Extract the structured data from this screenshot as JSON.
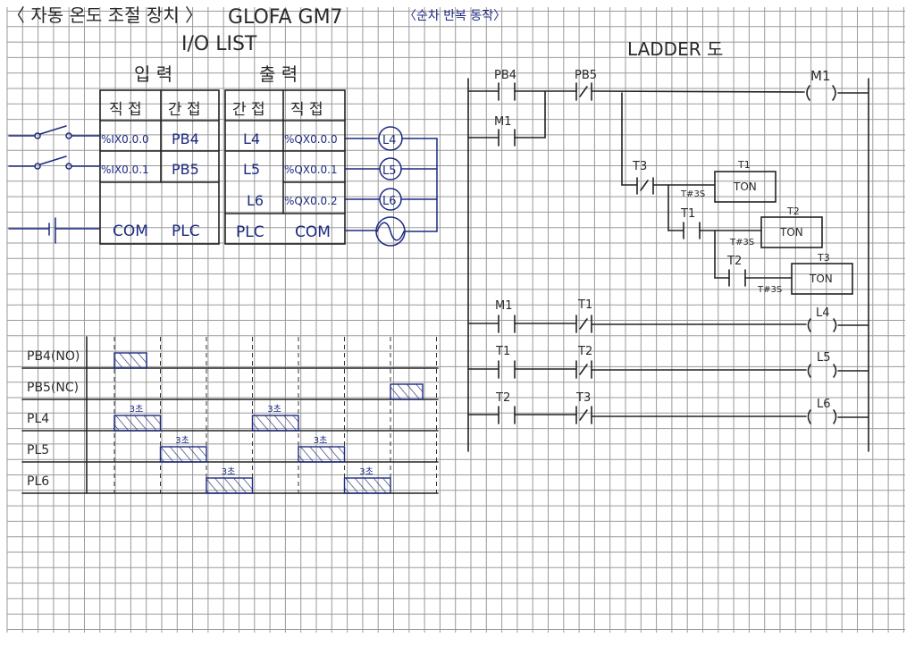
{
  "header": {
    "title": "〈 자동 온도 조절 장치 〉",
    "plc_model": "GLOFA   GM7",
    "subtitle": "〈순차 반복 동작〉",
    "io_list_title": "I/O LIST",
    "ladder_title": "LADDER 도"
  },
  "io_table": {
    "input_title": "입 력",
    "output_title": "출 력",
    "input_headers": [
      "직 접",
      "간 접"
    ],
    "output_headers": [
      "간 접",
      "직 접"
    ],
    "inputs": [
      {
        "direct": "%IX0.0.0",
        "indirect": "PB4"
      },
      {
        "direct": "%IX0.0.1",
        "indirect": "PB5"
      }
    ],
    "input_common": {
      "direct": "COM",
      "indirect": "PLC"
    },
    "outputs": [
      {
        "indirect": "L4",
        "direct": "%QX0.0.0"
      },
      {
        "indirect": "L5",
        "direct": "%QX0.0.1"
      },
      {
        "indirect": "L6",
        "direct": "%QX0.0.2"
      }
    ],
    "output_common": {
      "indirect": "PLC",
      "direct": "COM"
    },
    "lamps": [
      "L4",
      "L5",
      "L6"
    ]
  },
  "ladder": {
    "rungs": [
      {
        "contacts": [
          {
            "label": "PB4",
            "type": "NO"
          },
          {
            "label": "PB5",
            "type": "NC"
          }
        ],
        "parallel": {
          "label": "M1",
          "type": "NO"
        },
        "coil": "M1"
      },
      {
        "timers": [
          {
            "contact": "T3",
            "contact_type": "NC",
            "name": "T1",
            "block": "TON",
            "preset": "T#3S"
          },
          {
            "contact": "T1",
            "contact_type": "NO",
            "name": "T2",
            "block": "TON",
            "preset": "T#3S"
          },
          {
            "contact": "T2",
            "contact_type": "NO",
            "name": "T3",
            "block": "TON",
            "preset": "T#3S"
          }
        ]
      },
      {
        "contacts": [
          {
            "label": "M1",
            "type": "NO"
          },
          {
            "label": "T1",
            "type": "NC"
          }
        ],
        "coil": "L4"
      },
      {
        "contacts": [
          {
            "label": "T1",
            "type": "NO"
          },
          {
            "label": "T2",
            "type": "NC"
          }
        ],
        "coil": "L5"
      },
      {
        "contacts": [
          {
            "label": "T2",
            "type": "NO"
          },
          {
            "label": "T3",
            "type": "NC"
          }
        ],
        "coil": "L6"
      }
    ]
  },
  "timing": {
    "rows": [
      {
        "label": "PB4(NO)",
        "pulses": [
          [
            1,
            1.7
          ]
        ],
        "notes": []
      },
      {
        "label": "PB5(NC)",
        "pulses": [
          [
            7,
            7.7
          ]
        ],
        "notes": []
      },
      {
        "label": "PL4",
        "pulses": [
          [
            1,
            2
          ],
          [
            4,
            5
          ]
        ],
        "notes": [
          "3초",
          "3초"
        ]
      },
      {
        "label": "PL5",
        "pulses": [
          [
            2,
            3
          ],
          [
            5,
            6
          ]
        ],
        "notes": [
          "3초",
          "3초"
        ]
      },
      {
        "label": "PL6",
        "pulses": [
          [
            3,
            4
          ],
          [
            6,
            7
          ]
        ],
        "notes": [
          "3초",
          "3초"
        ]
      }
    ],
    "divisions": 7
  }
}
